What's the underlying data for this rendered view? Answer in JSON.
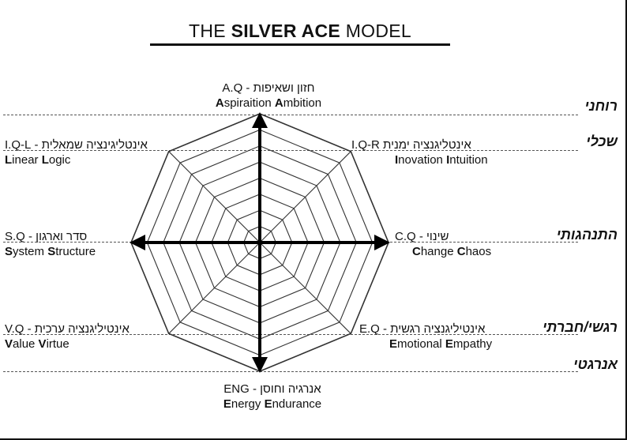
{
  "title": {
    "part1": "THE ",
    "bold": "SILVER ACE",
    "part2": " MODEL"
  },
  "categories": {
    "spiritual": "רוחני",
    "mental": "שכלי",
    "behavioral": "התנהגותי",
    "emotional_social": "רגשי/חברתי",
    "energetic": "אנרגטי"
  },
  "axes": {
    "top": {
      "code_line": "חזון ושאיפות - A.Q",
      "english": [
        "A",
        "spiraition ",
        "A",
        "mbition"
      ]
    },
    "top_right": {
      "code_line": "אינטליגנציה ימנית I.Q-R",
      "english": [
        "I",
        "novation ",
        "I",
        "ntuition"
      ]
    },
    "right": {
      "code_line": "שינוי - C.Q",
      "english": [
        "C",
        "hange ",
        "C",
        "haos"
      ]
    },
    "bottom_right": {
      "code_line": "אינטיליגנציה רגשית - E.Q",
      "english": [
        "E",
        "motional ",
        "E",
        "mpathy"
      ]
    },
    "bottom": {
      "code_line": "אנרגיה וחוסן - ENG",
      "english": [
        "E",
        "nergy ",
        "E",
        "ndurance"
      ]
    },
    "bottom_left": {
      "code_line": "אינטיליגנציה ערכית - V.Q",
      "english": [
        "V",
        "alue ",
        "V",
        "irtue"
      ]
    },
    "left": {
      "code_line": "סדר וארגון - S.Q",
      "english": [
        "S",
        "ystem ",
        "S",
        "tructure"
      ]
    },
    "top_left": {
      "code_line": "אינטליגינציה שמאלית - I.Q-L",
      "english": [
        "L",
        "inear ",
        "L",
        "ogic"
      ]
    }
  }
}
